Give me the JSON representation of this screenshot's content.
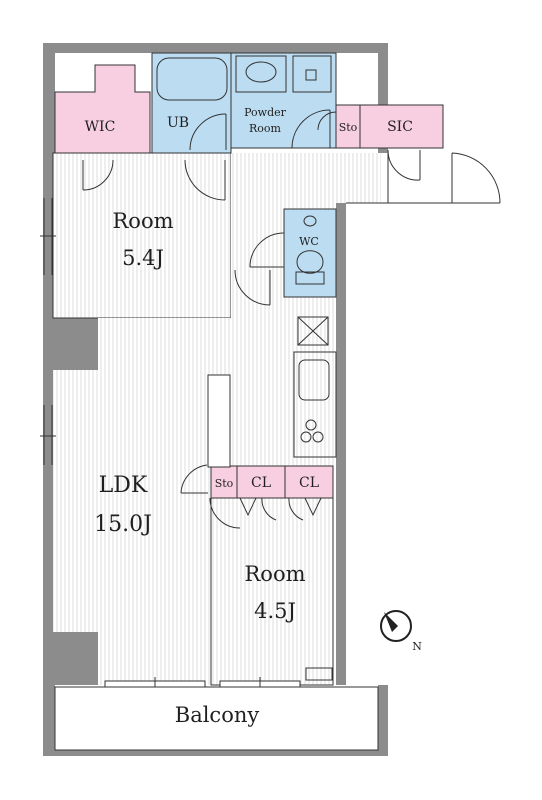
{
  "rooms": {
    "wic": "WIC",
    "ub": "UB",
    "powder_line1": "Powder",
    "powder_line2": "Room",
    "sto_top": "Sto",
    "sic": "SIC",
    "room_north_name": "Room",
    "room_north_size": "5.4J",
    "wc": "WC",
    "ldk_name": "LDK",
    "ldk_size": "15.0J",
    "sto_mid": "Sto",
    "cl_left": "CL",
    "cl_right": "CL",
    "room_south_name": "Room",
    "room_south_size": "4.5J",
    "balcony": "Balcony"
  },
  "compass": {
    "letter": "N"
  },
  "colors": {
    "wall": "#8c8c8c",
    "wet_area": "#bcdcf2",
    "storage": "#f7cfe0",
    "floor_stripe": "#dcdcdc",
    "outline": "#333333"
  }
}
